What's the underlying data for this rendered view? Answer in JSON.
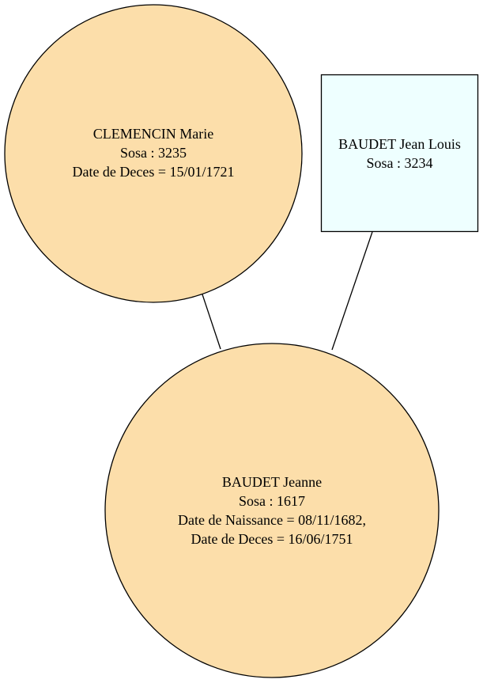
{
  "colors": {
    "female_fill": "#fcdeaa",
    "male_fill": "#eeffff",
    "stroke": "#000000",
    "background": "#ffffff"
  },
  "nodes": {
    "clemencin_marie": {
      "name": "CLEMENCIN Marie",
      "sosa": "Sosa : 3235",
      "death": "Date de Deces = 15/01/1721",
      "shape": "circle"
    },
    "baudet_jean_louis": {
      "name": "BAUDET Jean Louis",
      "sosa": "Sosa : 3234",
      "shape": "rectangle"
    },
    "baudet_jeanne": {
      "name": "BAUDET Jeanne",
      "sosa": "Sosa : 1617",
      "birth": "Date de Naissance = 08/11/1682,",
      "death": "Date de Deces = 16/06/1751",
      "shape": "circle"
    }
  },
  "edges": [
    {
      "from": "clemencin_marie",
      "to": "baudet_jeanne"
    },
    {
      "from": "baudet_jean_louis",
      "to": "baudet_jeanne"
    }
  ]
}
